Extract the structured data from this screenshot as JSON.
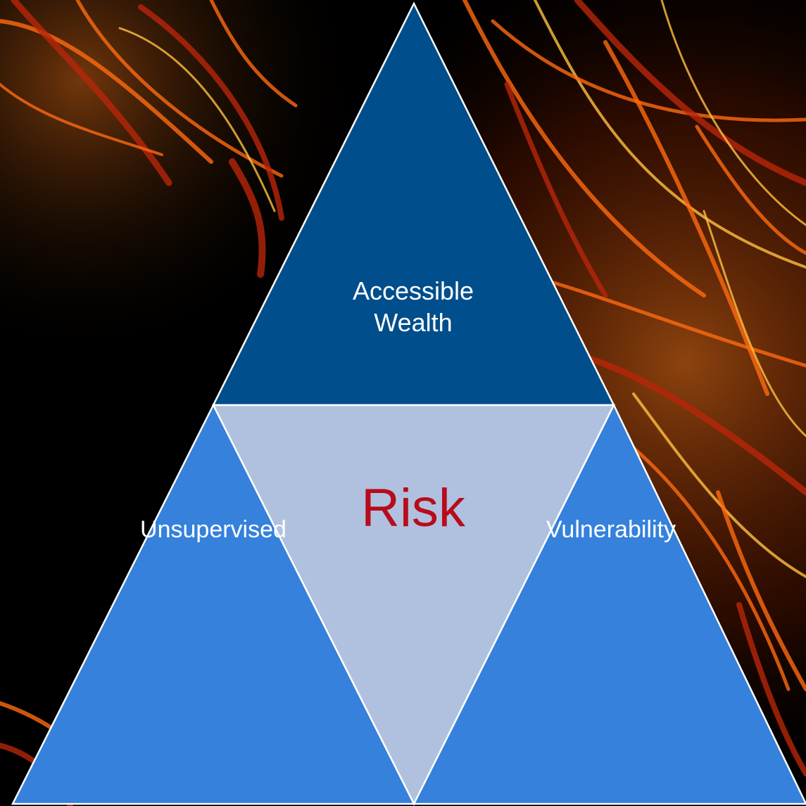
{
  "diagram": {
    "top_label_line1": "Accessible",
    "top_label_line2": "Wealth",
    "center_label": "Risk",
    "left_label": "Unsupervised",
    "right_label": "Vulnerability"
  },
  "colors": {
    "top_fill": "#004E8B",
    "center_fill": "#B0C1DF",
    "side_fill": "#3581DC",
    "outline": "#FFFFFF",
    "label_text": "#FFFFFF",
    "center_text": "#B80C1B",
    "background": "#000000",
    "fire_dark": "#B8260A",
    "fire_mid": "#FF6A10",
    "fire_light": "#FFC040"
  }
}
